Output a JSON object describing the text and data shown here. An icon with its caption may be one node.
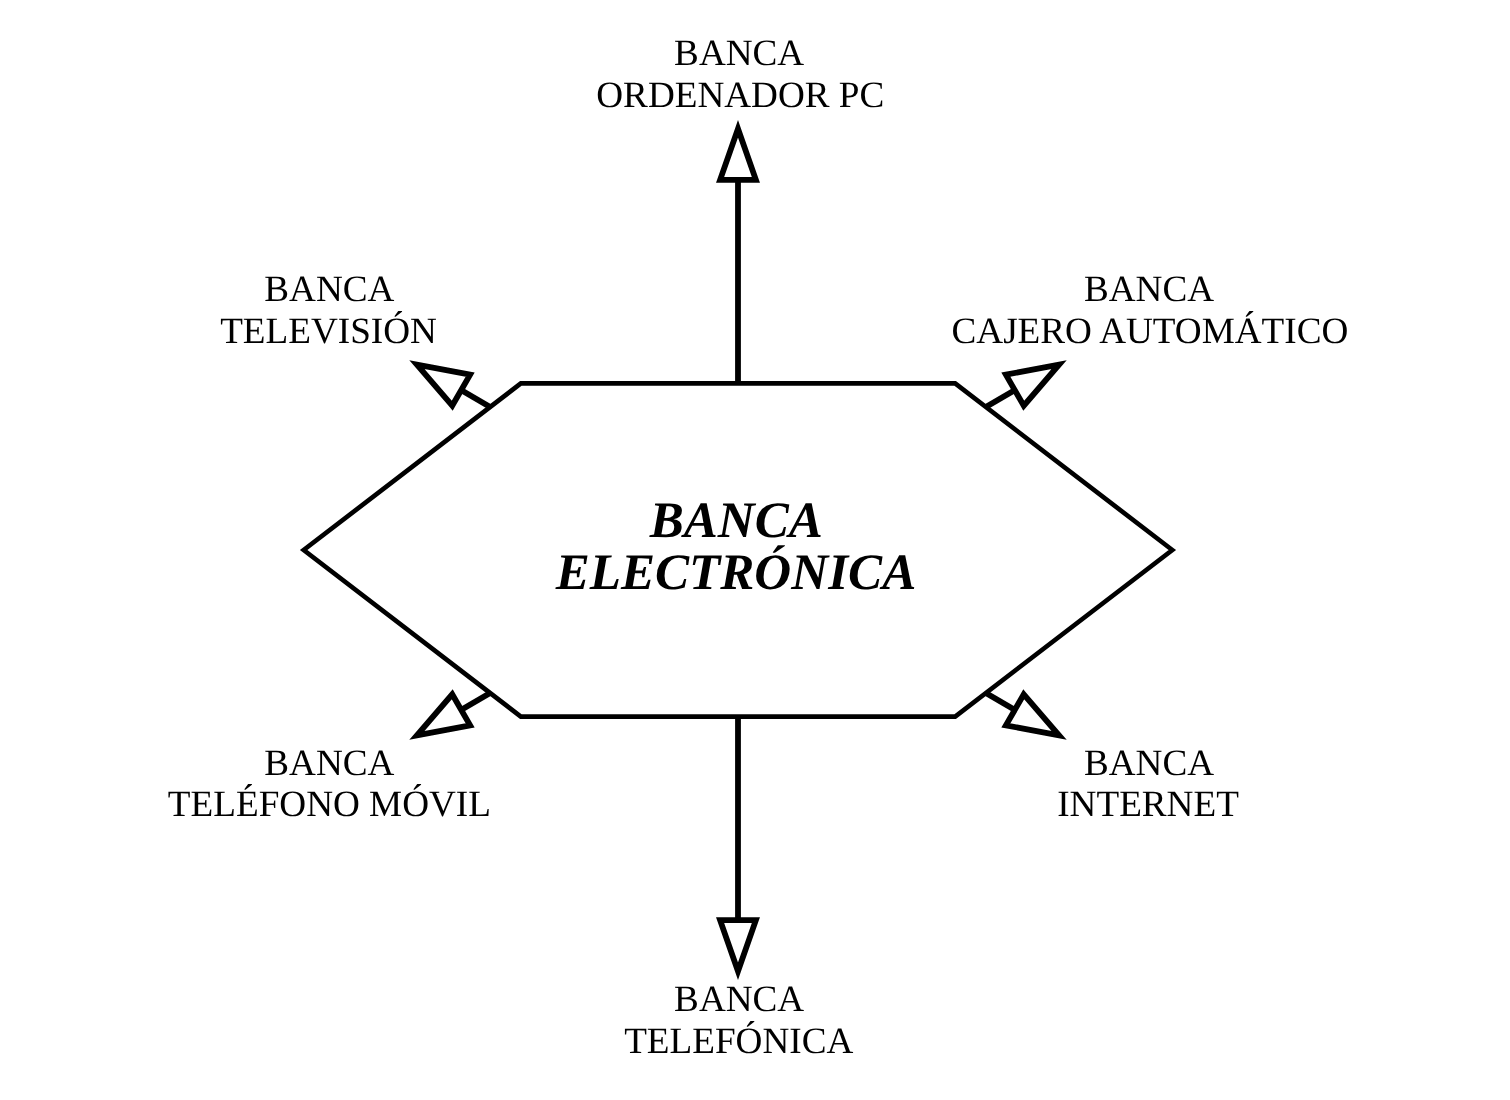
{
  "diagram": {
    "nodes": [
      {
        "text": [
          "BANCA CAJERO AUTOMÁTICO"
        ]
      },
      {
        "text": [
          "BANCA ORDENADOR PC"
        ]
      },
      {
        "text": [
          "BANCA TELEVISIÓN"
        ]
      },
      {
        "text": [
          "BANCA ELECTRÓNICA"
        ]
      },
      {
        "text": [
          "BANCA TELÉFONO MÓVIL"
        ]
      },
      {
        "text": [
          "BANCA TELEFÓNICA"
        ]
      },
      {
        "text": [
          "BANCA INTERNET"
        ]
      }
    ],
    "edges": [
      {
        "from": 3,
        "to": 0,
        "arrow": "to"
      },
      {
        "from": 3,
        "to": 2,
        "arrow": "to"
      },
      {
        "from": 3,
        "to": 5,
        "arrow": "to"
      },
      {
        "from": 3,
        "to": 6,
        "arrow": "to"
      },
      {
        "from": 3,
        "to": 4,
        "arrow": "to"
      },
      {
        "from": 3,
        "to": 1,
        "arrow": "to"
      }
    ]
  }
}
